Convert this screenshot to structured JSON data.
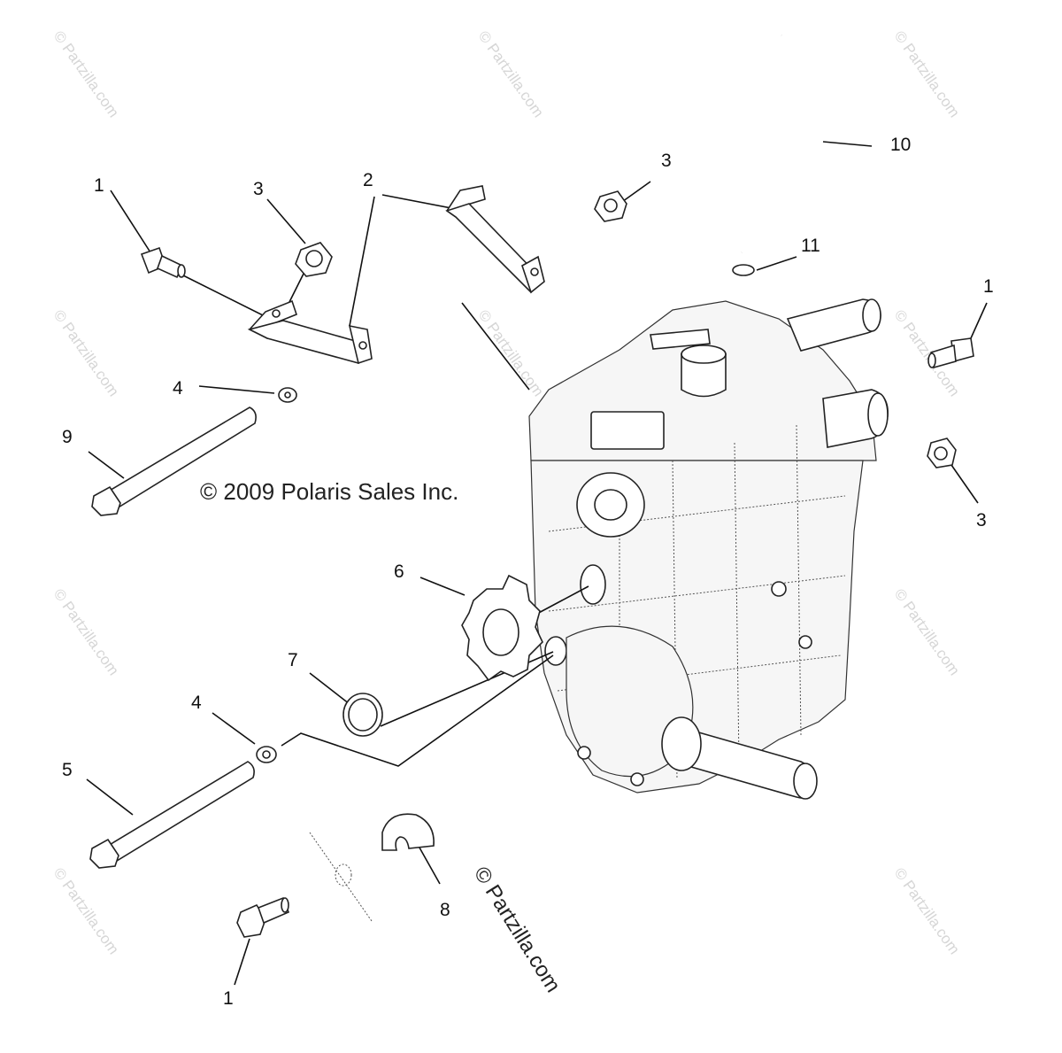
{
  "diagram": {
    "copyright": "© 2009 Polaris Sales Inc.",
    "site_label": "© Partzilla.com",
    "watermark": "© Partzilla.com",
    "callouts": {
      "c1a": "1",
      "c1b": "1",
      "c1c": "1",
      "c2": "2",
      "c3a": "3",
      "c3b": "3",
      "c3c": "3",
      "c4a": "4",
      "c4b": "4",
      "c5": "5",
      "c6": "6",
      "c7": "7",
      "c8": "8",
      "c9": "9",
      "c10": "10",
      "c11": "11"
    }
  }
}
